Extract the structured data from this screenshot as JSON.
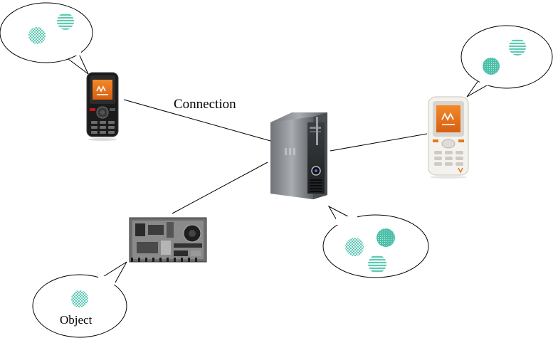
{
  "diagram": {
    "connection_label": "Connection",
    "object_label": "Object",
    "nodes": [
      {
        "id": "phone-black",
        "kind": "mobile-phone"
      },
      {
        "id": "desktop-computer",
        "kind": "computer"
      },
      {
        "id": "phone-white",
        "kind": "mobile-phone"
      },
      {
        "id": "circuit-board",
        "kind": "sensor-board"
      }
    ],
    "bubbles": [
      {
        "owner": "phone-black",
        "objects": [
          "checker",
          "striped"
        ]
      },
      {
        "owner": "phone-white",
        "objects": [
          "dotted",
          "striped"
        ]
      },
      {
        "owner": "desktop-computer",
        "objects": [
          "checker",
          "dotted",
          "striped"
        ]
      },
      {
        "owner": "circuit-board",
        "objects": [
          "checker"
        ]
      }
    ]
  },
  "colors": {
    "object_fill": "#5fc9b5",
    "object_light": "#e8f8f4",
    "line": "#000000",
    "phone_screen": "#e8741c"
  },
  "icons": [
    "mobile-phone-icon",
    "desktop-computer-icon",
    "circuit-board-icon"
  ]
}
